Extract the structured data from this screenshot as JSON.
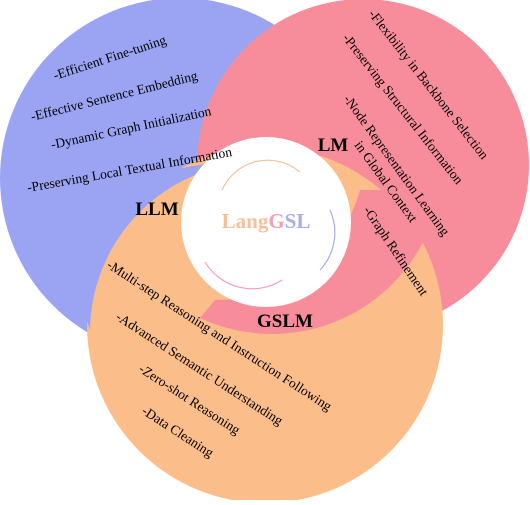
{
  "colors": {
    "llm": "#9aa4f2",
    "lm": "#f78d9a",
    "gslm": "#fbbd8a",
    "logo_lang": "#f5c09a",
    "logo_g": "#f2a0b8",
    "logo_sl": "#a8acf0"
  },
  "center": {
    "logo_lang": "Lang",
    "logo_g": "G",
    "logo_sl": "SL"
  },
  "segments": {
    "llm": "LLM",
    "lm": "LM",
    "gslm": "GSLM"
  },
  "llm_features": [
    "-Efficient Fine-tuning",
    "-Effective Sentence Embedding",
    "-Dynamic Graph Initialization",
    "-Preserving Local Textual Information"
  ],
  "lm_features": [
    "-Flexibility in Backbone Selection",
    "-Preserving Structural Information",
    "-Node Representation Learning",
    "in Global Context",
    "-Graph Refinement"
  ],
  "gslm_features": [
    "-Multi-step Reasoning and Instruction Following",
    "-Advanced Semantic Understanding",
    "-Zero-shot Reasoning",
    "-Data Cleaning"
  ]
}
